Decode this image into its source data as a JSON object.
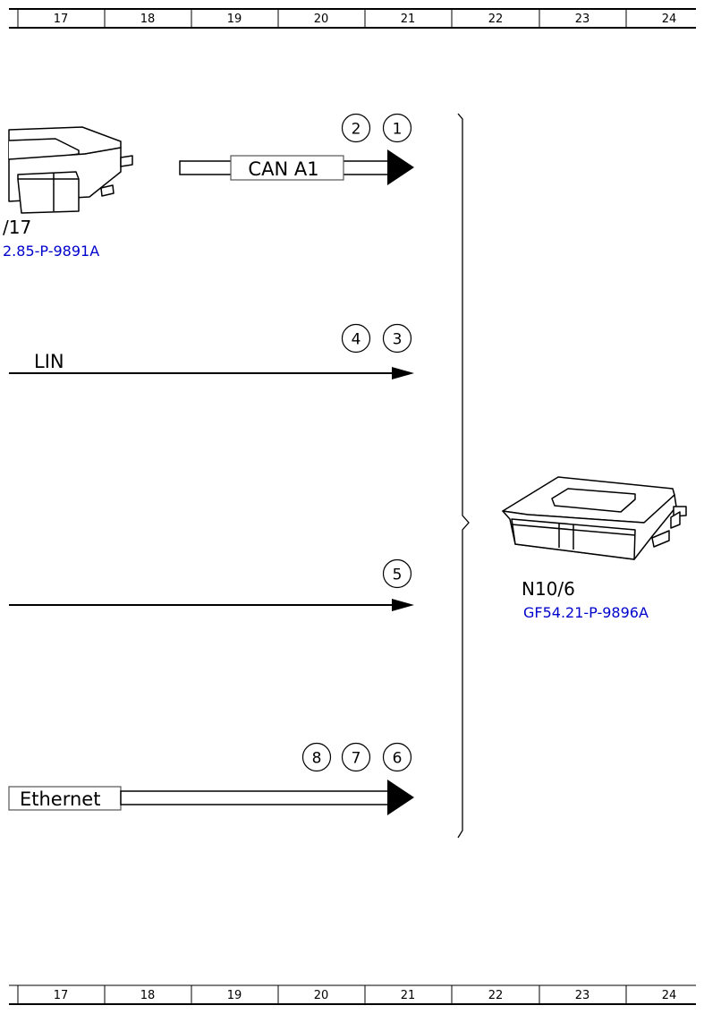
{
  "ruler": {
    "columns": [
      "17",
      "18",
      "19",
      "20",
      "21",
      "22",
      "23",
      "24"
    ]
  },
  "signals": {
    "can": {
      "label": "CAN A1",
      "markers": [
        "2",
        "1"
      ]
    },
    "lin": {
      "label": "LIN",
      "markers": [
        "4",
        "3"
      ]
    },
    "line5": {
      "markers": [
        "5"
      ]
    },
    "ethernet": {
      "label": "Ethernet",
      "markers": [
        "8",
        "7",
        "6"
      ]
    }
  },
  "left_component": {
    "id": "/17",
    "link": "2.85-P-9891A"
  },
  "right_component": {
    "id": "N10/6",
    "link": "GF54.21-P-9896A"
  },
  "colors": {
    "link": "#0000cc",
    "line": "#000000"
  }
}
